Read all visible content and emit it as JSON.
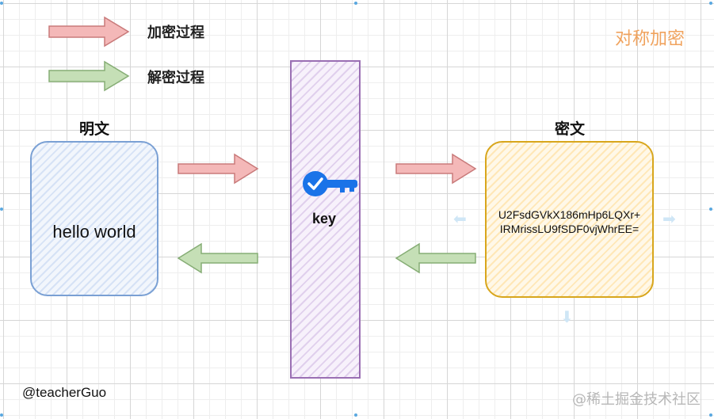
{
  "legend": {
    "encrypt_label": "加密过程",
    "decrypt_label": "解密过程",
    "encrypt_color": "#f4b8b8",
    "decrypt_color": "#c5dfb6"
  },
  "diagram_title": "对称加密",
  "plaintext": {
    "heading": "明文",
    "content": "hello world"
  },
  "ciphertext": {
    "heading": "密文",
    "line1": "U2FsdGVkX186mHp6LQXr+",
    "line2": "IRMrissLU9fSDF0vjWhrEE="
  },
  "key": {
    "label": "key",
    "icon": "key-icon",
    "icon_color": "#1a73e8"
  },
  "author": "@teacherGuo",
  "watermark": "@稀土掘金技术社区",
  "colors": {
    "title_orange": "#f0a35e",
    "plain_border": "#7aa0d4",
    "cipher_border": "#d8a61c",
    "key_border": "#9a6fb3"
  }
}
